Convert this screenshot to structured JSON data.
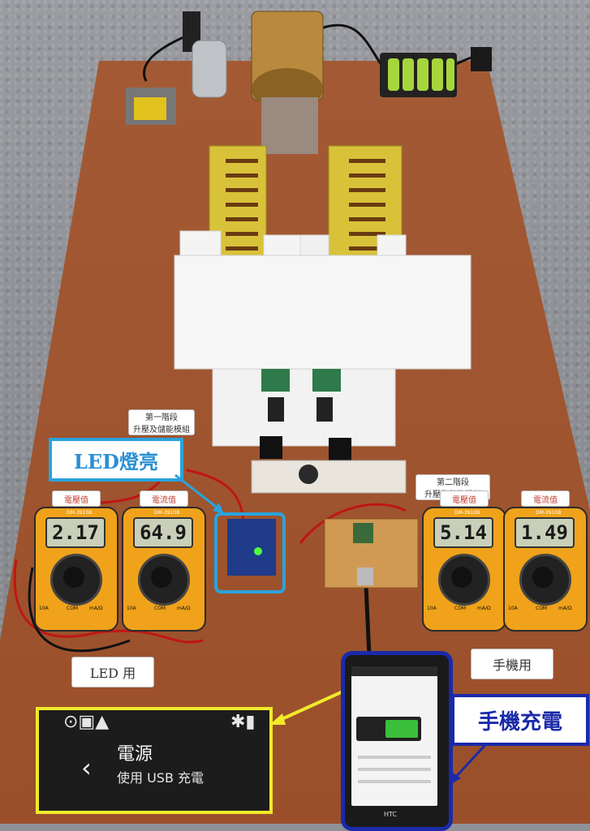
{
  "labels": {
    "led_lit": "LED燈亮",
    "phone_charging": "手機充電",
    "stage1_module": "第一階段\n升壓及儲能模組",
    "stage2_module": "第二階段\n升壓及儲能模組",
    "led_use": "LED 用",
    "phone_use": "手機用",
    "voltage_tag": "電壓值",
    "current_tag": "電流值"
  },
  "meters": [
    {
      "model": "DM-3910B",
      "reading": "2.17",
      "tag": "電壓值"
    },
    {
      "model": "DM-3910B",
      "reading": "64.9",
      "tag": "電流值"
    },
    {
      "model": "DM-3910B",
      "reading": "5.14",
      "tag": "電壓值"
    },
    {
      "model": "DM-3910B",
      "reading": "1.49",
      "tag": "電流值"
    }
  ],
  "meter_ports": {
    "amp": "10A",
    "com": "COM",
    "mv": "mA/Ω"
  },
  "phone_inset": {
    "title": "電源",
    "subtitle": "使用 USB 充電",
    "brand": "HTC"
  },
  "colors": {
    "wood": "#a2532e",
    "callout_blue": "#2aa3dd",
    "callout_navy": "#1a2aa8",
    "inset_yellow": "#f2ea2a",
    "meter_orange": "#f0a21a",
    "battery_green": "#3bbf3b"
  }
}
